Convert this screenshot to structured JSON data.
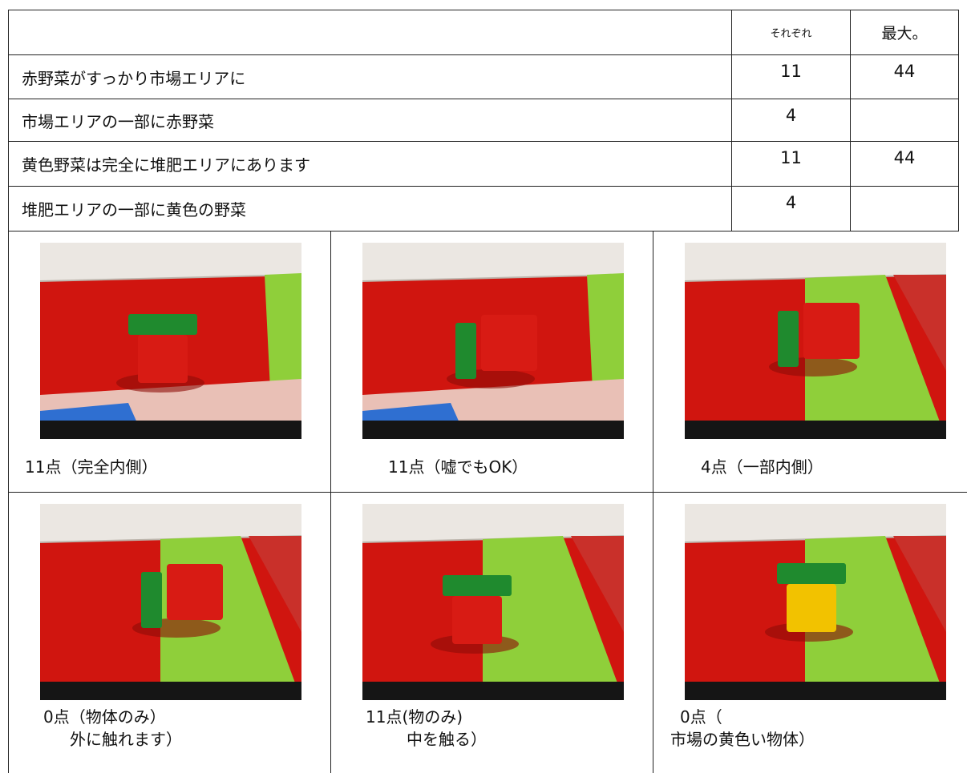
{
  "table": {
    "header": {
      "blank": "",
      "each": "それぞれ",
      "max": "最大。"
    },
    "rows": [
      {
        "desc": "赤野菜がすっかり市場エリアに",
        "each": "11",
        "max": "44"
      },
      {
        "desc": "市場エリアの一部に赤野菜",
        "each": "4",
        "max": ""
      },
      {
        "desc": "黄色野菜は完全に堆肥エリアにあります",
        "each": "11",
        "max": "44"
      },
      {
        "desc": "堆肥エリアの一部に黄色の野菜",
        "each": "4",
        "max": ""
      }
    ]
  },
  "photos": [
    {
      "caption_line1": "11点（完全内側）",
      "caption_line2": "",
      "object_color": "#d81b14"
    },
    {
      "caption_line1": "11点（嘘でもOK）",
      "caption_line2": "",
      "object_color": "#d81b14"
    },
    {
      "caption_line1": "4点（一部内側）",
      "caption_line2": "",
      "object_color": "#d81b14"
    },
    {
      "caption_line1": "0点（物体のみ）",
      "caption_line2": "外に触れます）",
      "object_color": "#d81b14"
    },
    {
      "caption_line1": "11点(物のみ)",
      "caption_line2": "中を触る）",
      "object_color": "#d81b14"
    },
    {
      "caption_line1": "0点（",
      "caption_line2": "市場の黄色い物体）",
      "object_color": "#f2c200"
    }
  ],
  "colors": {
    "mat_red": "#d0150f",
    "mat_green": "#8fcf3a",
    "brick_green": "#1f8a2e",
    "wall": "#ebe7e2"
  }
}
